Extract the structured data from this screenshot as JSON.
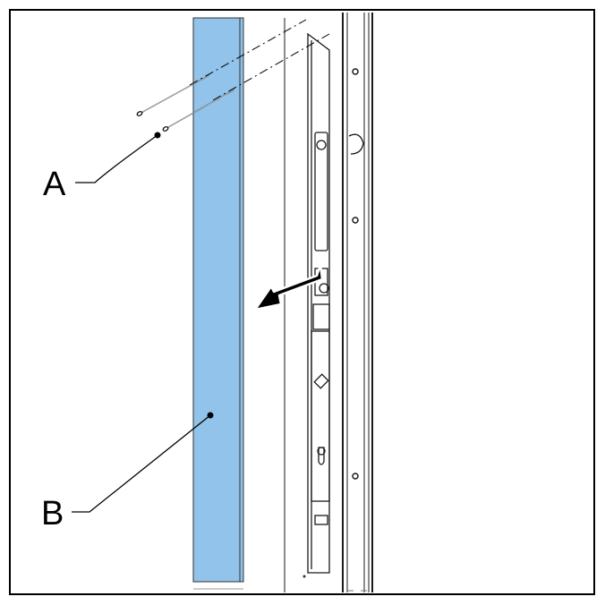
{
  "labels": {
    "a": "A",
    "b": "B"
  },
  "parts": {
    "a": "screw",
    "b": "cover-strip"
  },
  "colors": {
    "cover_strip": "#92c3ea",
    "line": "#000000",
    "frame_line": "#1a1a1a",
    "background": "#ffffff"
  },
  "icons": {
    "removal_direction": "arrow-left-icon"
  }
}
